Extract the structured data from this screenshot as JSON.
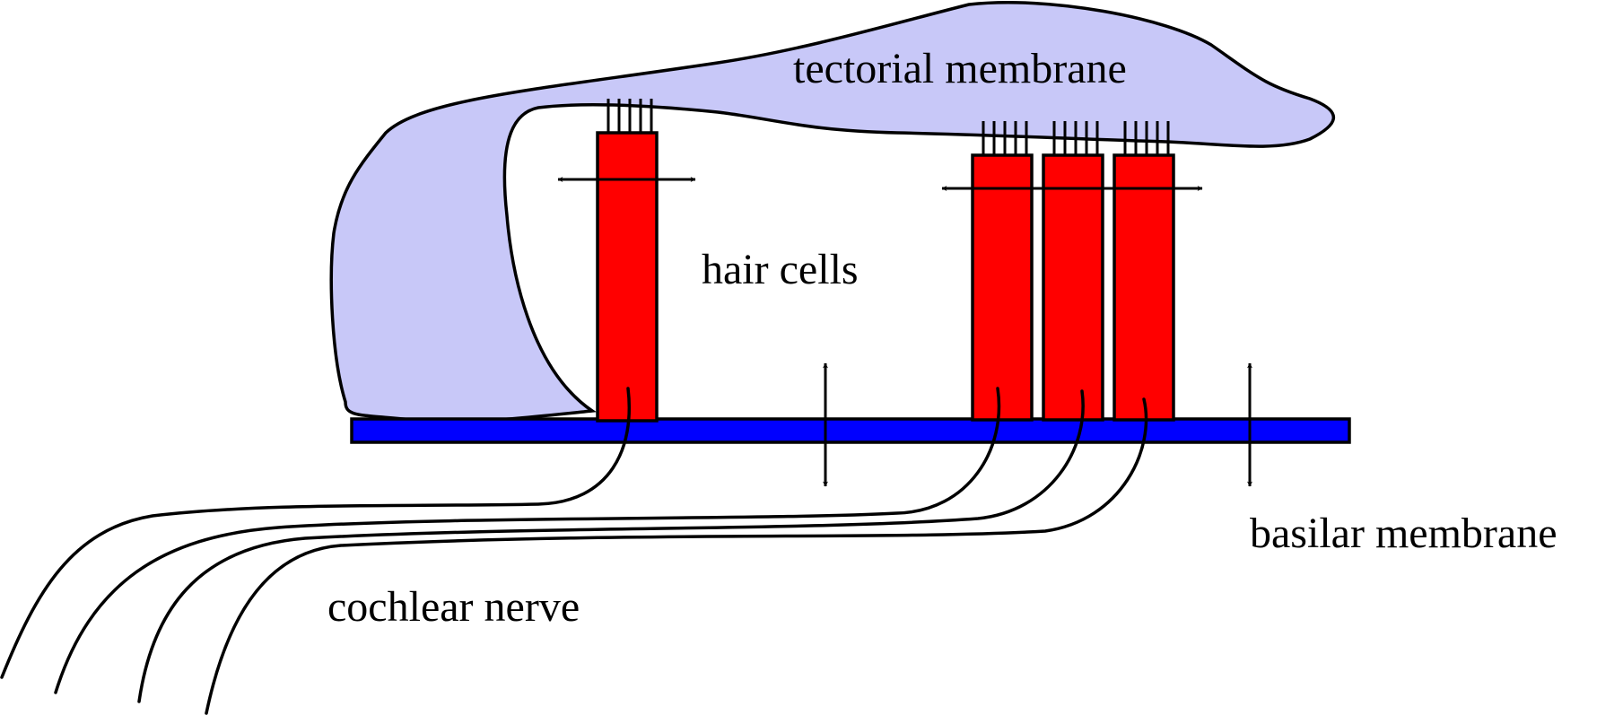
{
  "labels": {
    "tectorial_membrane": "tectorial membrane",
    "hair_cells": "hair cells",
    "basilar_membrane": "basilar membrane",
    "cochlear_nerve": "cochlear nerve"
  },
  "colors": {
    "tectorial_membrane": "#c8c8f8",
    "basilar_membrane": "#0000ff",
    "hair_cell": "#ff0000",
    "stroke": "#000000",
    "background": "#ffffff"
  }
}
